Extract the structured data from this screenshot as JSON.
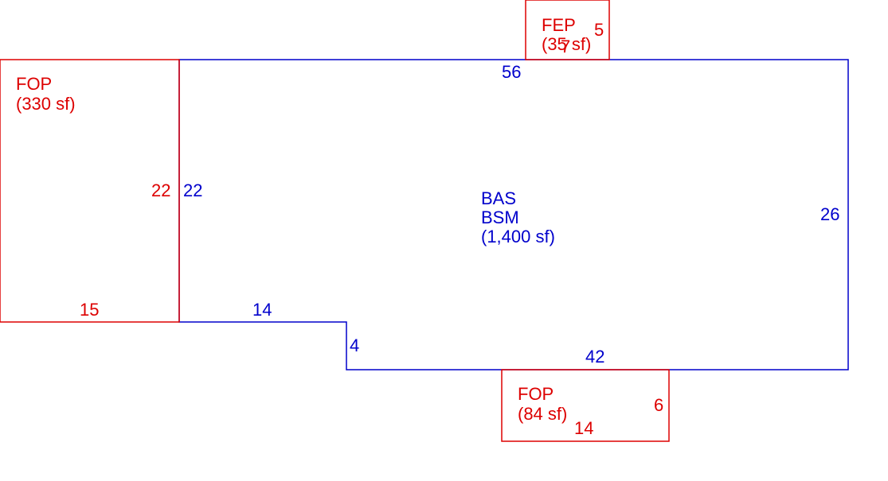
{
  "colors": {
    "annex": "#dd0000",
    "main": "#0000cc",
    "background": "#ffffff"
  },
  "main": {
    "code1": "BAS",
    "code2": "BSM",
    "area": "(1,400 sf)",
    "dims": {
      "top": "56",
      "right": "26",
      "bottom": "42",
      "step_vertical": "4",
      "step_horizontal": "14",
      "left": "22"
    }
  },
  "fop_left": {
    "code": "FOP",
    "area": "(330 sf)",
    "dims": {
      "side": "22",
      "bottom": "15"
    }
  },
  "fep_top": {
    "code": "FEP",
    "area": "(35 sf)",
    "dims": {
      "width": "5",
      "height": "7"
    }
  },
  "fop_bottom": {
    "code": "FOP",
    "area": "(84 sf)",
    "dims": {
      "side": "6",
      "bottom": "14"
    }
  }
}
